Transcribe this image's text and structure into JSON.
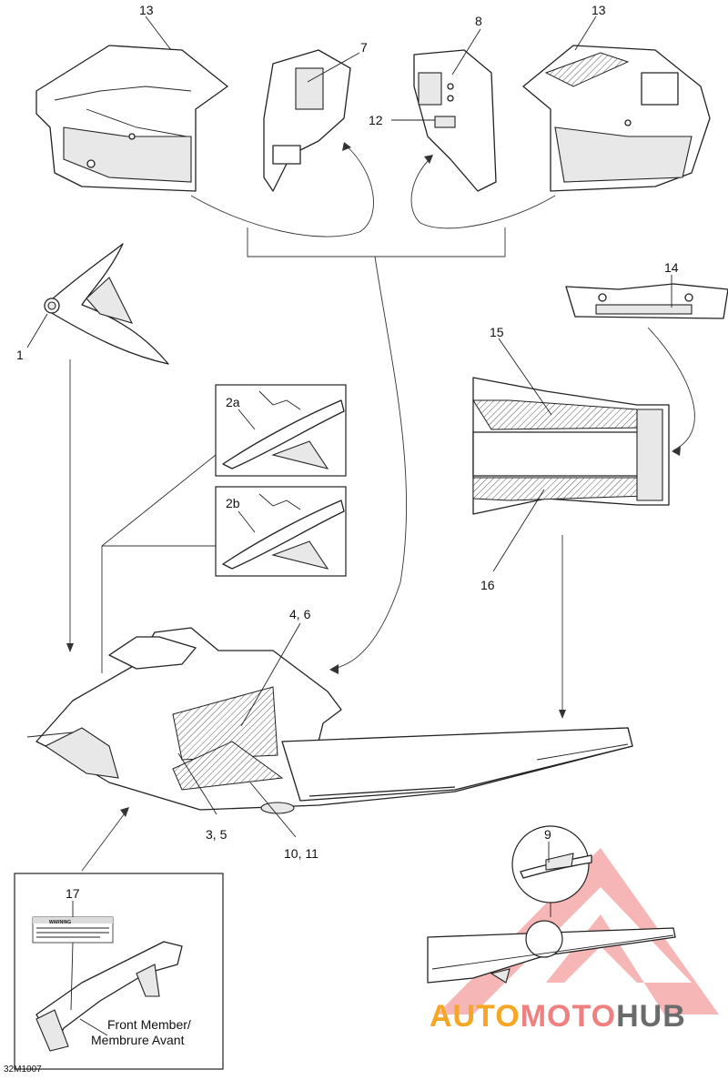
{
  "diagram": {
    "document_code": "32M1007",
    "callouts": {
      "c1": "1",
      "c2a": "2a",
      "c2b": "2b",
      "c3_5": "3, 5",
      "c4_6": "4, 6",
      "c7": "7",
      "c8": "8",
      "c9": "9",
      "c10_11": "10, 11",
      "c12": "12",
      "c13_left": "13",
      "c13_right": "13",
      "c14": "14",
      "c15": "15",
      "c16": "16",
      "c17": "17"
    },
    "inset": {
      "line1": "Front Member/",
      "line2": "Membrure Avant",
      "warning_label": "WARNING"
    },
    "watermark": {
      "part1": "AUTO",
      "part2": "MOTO",
      "part3": "HUB",
      "colors": {
        "orange": "#f5a623",
        "pink": "#f0807f",
        "gray": "#6b6b6b"
      }
    }
  }
}
